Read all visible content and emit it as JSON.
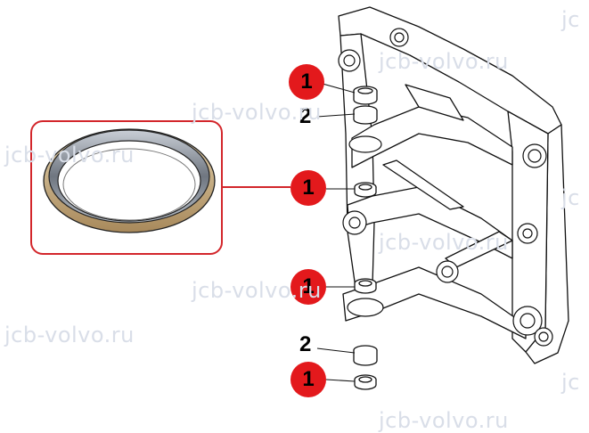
{
  "watermark_text": "jcb-volvo.ru",
  "watermark_fragment": "jc",
  "callouts": {
    "one": "1",
    "two": "2"
  },
  "colors": {
    "callout_fill": "#e3191c",
    "inset_border": "#d3262b",
    "seal_metal": "#8a9098",
    "seal_rubber": "#c3a77b",
    "line": "#111111"
  }
}
